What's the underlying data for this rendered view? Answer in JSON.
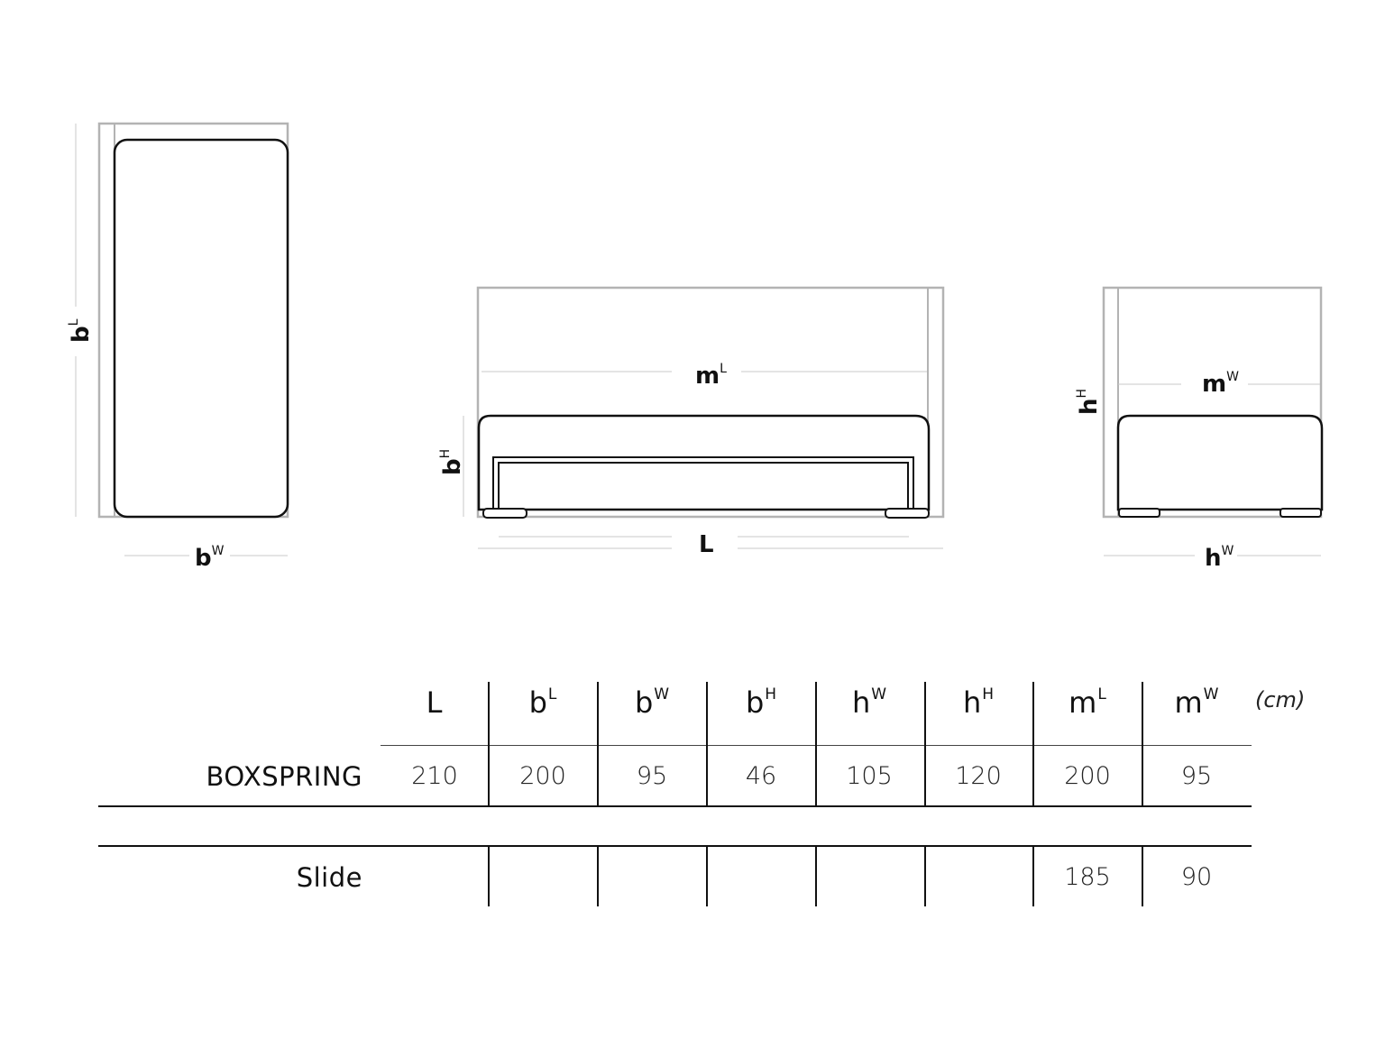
{
  "diagram": {
    "top_view": {
      "height_label": "b",
      "height_label_sup": "L",
      "width_label": "b",
      "width_label_sup": "W"
    },
    "front_view": {
      "top_label": "m",
      "top_label_sup": "L",
      "height_label": "b",
      "height_label_sup": "H",
      "length_label": "L",
      "length_label_sup": ""
    },
    "side_view": {
      "top_label": "m",
      "top_label_sup": "W",
      "height_label": "h",
      "height_label_sup": "H",
      "width_label": "h",
      "width_label_sup": "W"
    }
  },
  "table": {
    "unit": "(cm)",
    "headers": [
      {
        "base": "L",
        "sup": ""
      },
      {
        "base": "b",
        "sup": "L"
      },
      {
        "base": "b",
        "sup": "W"
      },
      {
        "base": "b",
        "sup": "H"
      },
      {
        "base": "h",
        "sup": "W"
      },
      {
        "base": "h",
        "sup": "H"
      },
      {
        "base": "m",
        "sup": "L"
      },
      {
        "base": "m",
        "sup": "W"
      }
    ],
    "rows": [
      {
        "name": "BOXSPRING",
        "values": [
          "210",
          "200",
          "95",
          "46",
          "105",
          "120",
          "200",
          "95"
        ]
      },
      {
        "name": "Slide",
        "values": [
          "",
          "",
          "",
          "",
          "",
          "",
          "185",
          "90"
        ]
      }
    ]
  }
}
